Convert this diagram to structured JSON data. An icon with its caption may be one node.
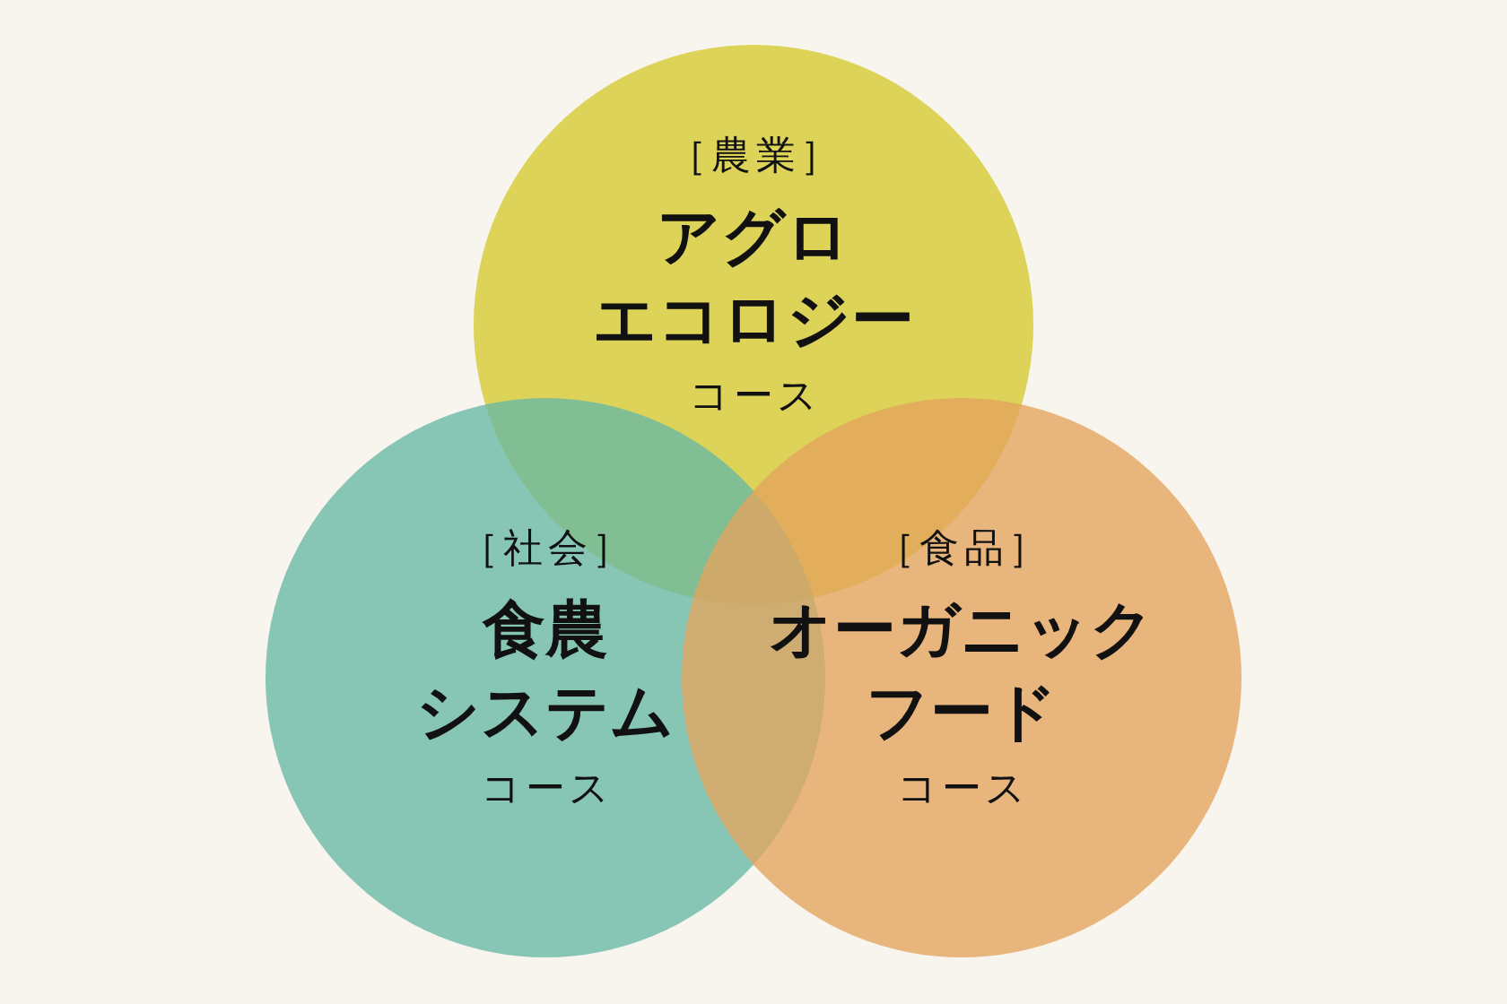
{
  "diagram": {
    "nodes": [
      {
        "text": [
          "［農業］",
          "アグロエコロジー",
          "コース"
        ]
      },
      {
        "text": [
          "［社会］",
          "食農システム",
          "コース"
        ]
      },
      {
        "text": [
          "［食品］",
          "オーガニックフード",
          "コース"
        ]
      }
    ]
  }
}
